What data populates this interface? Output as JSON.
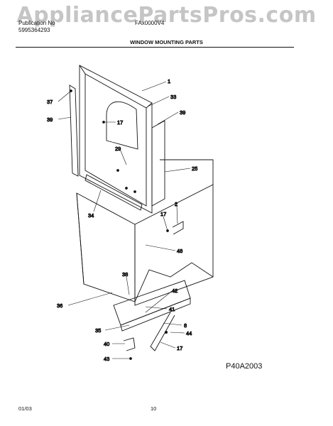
{
  "watermark": "AppliancePartsPros.com",
  "header": {
    "pub_label": "Publication No",
    "pub_number": "5995364293",
    "model": "FAx0000V4"
  },
  "section_title": "WINDOW MOUNTING PARTS",
  "diagram_code": "P40A2003",
  "footer": {
    "date": "01/03",
    "page": "10"
  },
  "callouts": [
    "1",
    "33",
    "37",
    "39",
    "17",
    "39",
    "29",
    "25",
    "34",
    "2",
    "17",
    "48",
    "38",
    "42",
    "36",
    "41",
    "8",
    "44",
    "35",
    "40",
    "17",
    "43"
  ]
}
